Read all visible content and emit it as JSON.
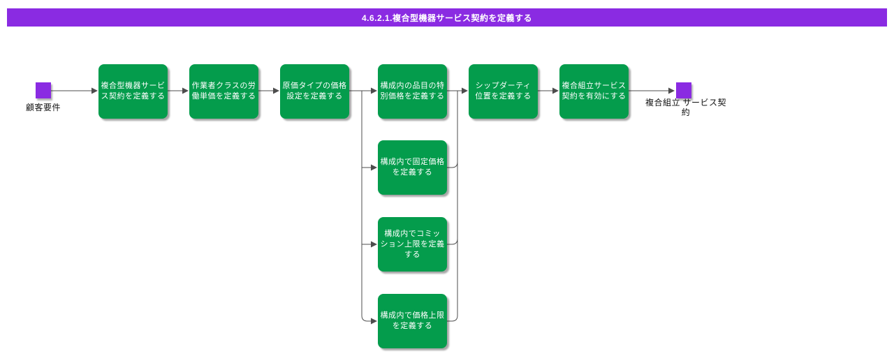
{
  "title": "4.6.2.1.複合型機器サービス契約を定義する",
  "colors": {
    "title_bar": "#8A2BE2",
    "event_marker": "#8A2BE2",
    "task_node": "#049C4C",
    "connector": "#4D4D4D"
  },
  "start_event": {
    "label": "顧客要件"
  },
  "end_event": {
    "label": "複合組立 サービス契\n約"
  },
  "tasks": [
    {
      "label": "複合型機器サービ\nス契約を定義する"
    },
    {
      "label": "作業者クラスの労\n働単価を定義する"
    },
    {
      "label": "原価タイプの価格\n設定を定義する"
    },
    {
      "label": "構成内の品目の特\n別価格を定義する"
    },
    {
      "label": "シップダーティ\n位置を定義する"
    },
    {
      "label": "複合組立サービス\n契約を有効にする"
    },
    {
      "label": "構成内で固定価格\nを定義する"
    },
    {
      "label": "構成内でコミッ\nション上限を定義\nする"
    },
    {
      "label": "構成内で価格上限\nを定義する"
    }
  ]
}
